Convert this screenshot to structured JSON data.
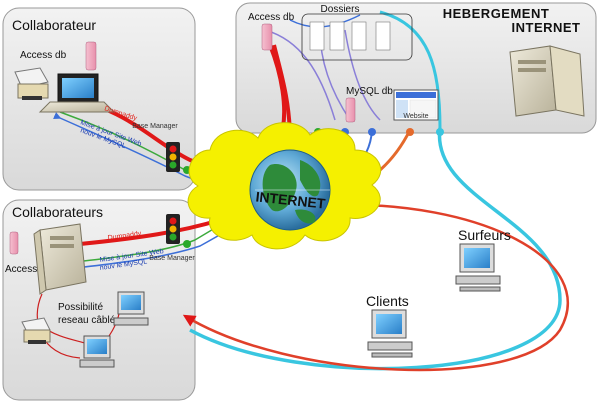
{
  "zones": {
    "collab_top": {
      "title": "Collaborateur",
      "access_db": "Access db",
      "dumpaddy": "Dumpaddy",
      "update": "Mise à jour Site Web",
      "update2": "nouv le MySQL",
      "base_manager": "Base Manager"
    },
    "collab_bottom": {
      "title": "Collaborateurs",
      "access_db": "Access db",
      "dumpaddy": "Dumpaddy",
      "update": "Mise à jour Site Web",
      "update2": "nouv le MySQL",
      "base_manager": "Base Manager",
      "cabling": "Possibilité",
      "cabling2": "reseau câblé"
    },
    "hosting": {
      "title": "HEBERGEMENT",
      "title2": "INTERNET",
      "access_db": "Access db",
      "dossiers": "Dossiers",
      "mysql": "MySQL db",
      "website": "Website"
    }
  },
  "cloud": {
    "label": "INTERNET"
  },
  "people": {
    "surfeurs": "Surfeurs",
    "clients": "Clients"
  },
  "colors": {
    "red": "#e01818",
    "blue": "#3c6fd8",
    "cyan": "#39c6e0",
    "orange": "#e46a2c",
    "cloud": "#f5f000"
  }
}
